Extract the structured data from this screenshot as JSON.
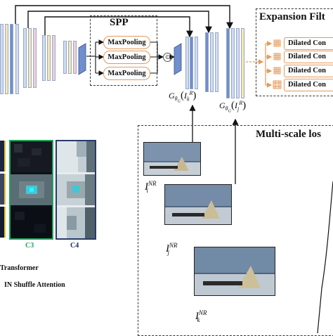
{
  "spp": {
    "title": "SPP",
    "pool_labels": [
      "MaxPooling",
      "MaxPooling",
      "MaxPooling"
    ],
    "concat_symbol": "©"
  },
  "expansion": {
    "title": "Expansion Filt",
    "dilated_labels": [
      "Dilated Con",
      "Dilated Con",
      "Dilated Con",
      "Dilated Con"
    ]
  },
  "generator": {
    "g1_base": "G",
    "g1_sub": "θ",
    "g1_sub2": "G",
    "g1_arg": "I",
    "g1_arg_sub": "k",
    "g1_arg_sup": "R",
    "g2_base": "G",
    "g2_sub": "θ",
    "g2_sub2": "G",
    "g2_arg": "I",
    "g2_arg_sub": "j",
    "g2_arg_sup": "R"
  },
  "multiscale": {
    "title": "Multi-scale los",
    "inputs": [
      {
        "base": "I",
        "sub": "i",
        "sup": "NR"
      },
      {
        "base": "I",
        "sub": "j",
        "sup": "NR"
      },
      {
        "base": "I",
        "sub": "k",
        "sup": "NR"
      }
    ]
  },
  "attention_maps": {
    "labels": [
      "C3",
      "C4"
    ],
    "label_colors": [
      "#1fa35b",
      "#1a2a5a"
    ]
  },
  "legend": {
    "items": [
      "Transformer",
      "IN Shuffle Attention"
    ]
  },
  "colors": {
    "arrow": "#111111",
    "orange_arrow": "#e39a5c",
    "bar_blue": "#6f8fcf",
    "bar_light": "#cfdcf2",
    "bar_yellow": "#f3e7b6",
    "bar_pink": "#f2cfd9",
    "c3_border": "#1fa35b",
    "c4_border": "#2a3a6a",
    "left_yellow": "#e8c030"
  }
}
